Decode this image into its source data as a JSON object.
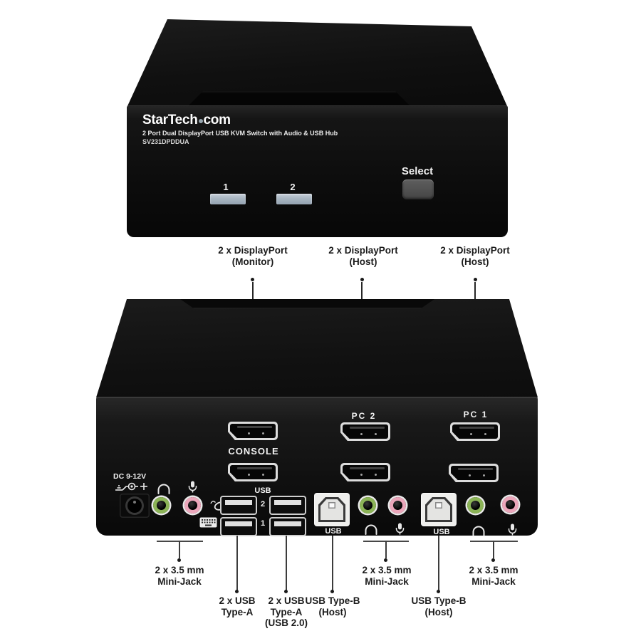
{
  "product": {
    "brand_prefix": "StarTech",
    "brand_suffix": "com",
    "title": "2 Port Dual DisplayPort USB KVM Switch with Audio & USB Hub",
    "model": "SV231DPDDUA"
  },
  "front_panel": {
    "port1_label": "1",
    "port2_label": "2",
    "select_label": "Select"
  },
  "rear_panel": {
    "power_label": "DC 9-12V",
    "console_label": "CONSOLE",
    "pc2_label": "PC 2",
    "pc1_label": "PC 1",
    "usb_hub_label": "USB",
    "usb_hub_port2": "2",
    "usb_hub_port1": "1",
    "usb_b_pc2_label": "USB",
    "usb_b_pc1_label": "USB"
  },
  "callouts_top": [
    {
      "line1": "2 x DisplayPort",
      "line2": "(Monitor)"
    },
    {
      "line1": "2 x DisplayPort",
      "line2": "(Host)"
    },
    {
      "line1": "2 x DisplayPort",
      "line2": "(Host)"
    }
  ],
  "callouts_bottom": [
    {
      "line1": "2 x 3.5 mm",
      "line2": "Mini-Jack"
    },
    {
      "line1": "2 x USB",
      "line2": "Type-A"
    },
    {
      "line1": "2 x USB",
      "line2": "Type-A",
      "line3": "(USB 2.0)"
    },
    {
      "line1": "USB Type-B",
      "line2": "(Host)"
    },
    {
      "line1": "2 x 3.5 mm",
      "line2": "Mini-Jack"
    },
    {
      "line1": "USB Type-B",
      "line2": "(Host)"
    },
    {
      "line1": "2 x 3.5 mm",
      "line2": "Mini-Jack"
    }
  ],
  "icons": {
    "power_polarity": "center-positive-polarity-icon",
    "headphone": "headphone-icon",
    "microphone": "microphone-icon",
    "mouse": "mouse-icon",
    "keyboard": "keyboard-icon"
  },
  "colors": {
    "led_window": "#a9b6c2",
    "select_button": "#4f4f4f",
    "audio_green": "#8cb457",
    "audio_pink": "#eba6ba",
    "device_black": "#101010",
    "label_text": "#1b1b1b"
  }
}
